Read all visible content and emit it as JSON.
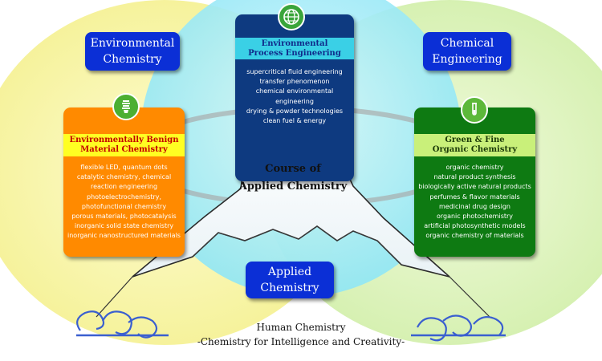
{
  "labels": {
    "environmental_chemistry": [
      "Environmental",
      "Chemistry"
    ],
    "chemical_engineering": [
      "Chemical",
      "Engineering"
    ],
    "applied_chemistry": [
      "Applied",
      "Chemistry"
    ]
  },
  "cards": {
    "process": {
      "title": [
        "Environmental",
        "Process Engineering"
      ],
      "items": [
        "supercritical fluid engineering",
        "transfer phenomenon",
        "chemical environmental",
        "engineering",
        "drying & powder technologies",
        "clean fuel & energy"
      ],
      "icon": "globe-icon"
    },
    "benign": {
      "title": [
        "Environmentally Benign",
        "Material Chemistry"
      ],
      "items": [
        "flexible LED, quantum dots",
        "catalytic chemistry, chemical",
        "reaction engineering",
        "photoelectrochemistry,",
        "photofunctional chemistry",
        "porous materials, photocatalysis",
        "inorganic solid state chemistry",
        "inorganic nanostructured materials"
      ],
      "icon": "lightbulb-icon"
    },
    "green": {
      "title": [
        "Green & Fine",
        "Organic Chemistry"
      ],
      "items": [
        "organic chemistry",
        "natural product synthesis",
        "biologically active natural products",
        "perfumes & flavor materials",
        "medicinal drug design",
        "organic photochemistry",
        "artificial photosynthetic models",
        "organic chemistry of materials"
      ],
      "icon": "test-tube-icon"
    }
  },
  "course": [
    "Course of",
    "Applied Chemistry"
  ],
  "footer": [
    "Human Chemistry",
    "-Chemistry for Intelligence and Creativity-"
  ],
  "colors": {
    "label_blue": "#0b2fd6",
    "process_card": "#0e3a80",
    "process_title_band": "#3ad0e6",
    "benign_card": "#ff8a00",
    "benign_title_band": "#ffff22",
    "green_card": "#0e7a12",
    "green_title_band": "#c9f07a",
    "circle_yellow": "#fbf8a8",
    "circle_cyan": "#a8ecf8",
    "circle_green": "#dcf4b8"
  }
}
